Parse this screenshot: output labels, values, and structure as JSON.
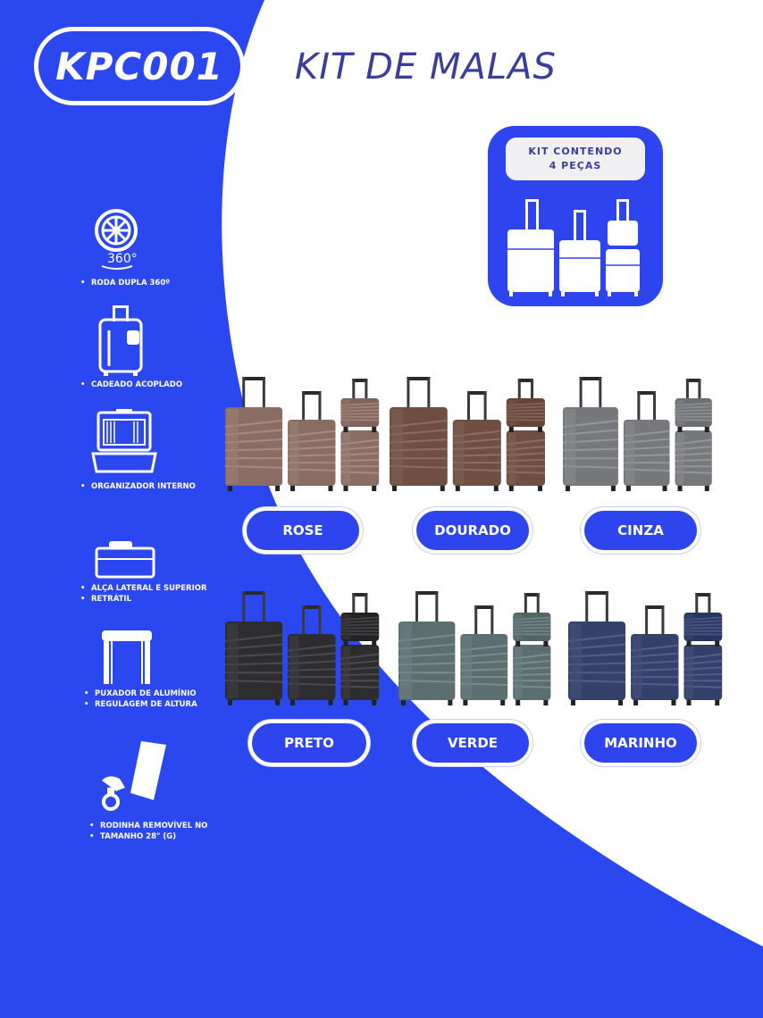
{
  "header": {
    "code": "KPC001",
    "title": "KIT DE MALAS"
  },
  "kit": {
    "line1": "KIT CONTENDO",
    "line2": "4 PEÇAS",
    "icon": "luggage-set-icon"
  },
  "features": [
    {
      "label": "RODA DUPLA 360º",
      "icon": "wheel-360-icon",
      "badge_text": "360°"
    },
    {
      "label": "CADEADO ACOPLADO",
      "icon": "padlock-suitcase-icon"
    },
    {
      "label": "ORGANIZADOR INTERNO",
      "icon": "open-suitcase-icon"
    },
    {
      "label_line1": "ALÇA LATERAL E SUPERIOR",
      "label_line2": "RETRÁTIL",
      "icon": "handle-icon"
    },
    {
      "label_line1": "PUXADOR DE ALUMÍNIO",
      "label_line2": "REGULAGEM DE ALTURA",
      "icon": "telescopic-handle-icon"
    },
    {
      "label_line1": "RODINHA REMOVÍVEL NO",
      "label_line2": "TAMANHO 28\" (G)",
      "icon": "removable-wheel-icon"
    }
  ],
  "colors": [
    {
      "name": "ROSE",
      "hex": "#8a6d62"
    },
    {
      "name": "DOURADO",
      "hex": "#6e4f42"
    },
    {
      "name": "CINZA",
      "hex": "#77787c"
    },
    {
      "name": "PRETO",
      "hex": "#2d2d30"
    },
    {
      "name": "VERDE",
      "hex": "#5b6f71"
    },
    {
      "name": "MARINHO",
      "hex": "#33406a"
    }
  ],
  "theme": {
    "blue": "#2b48f0",
    "title_color": "#3a3d9c"
  }
}
